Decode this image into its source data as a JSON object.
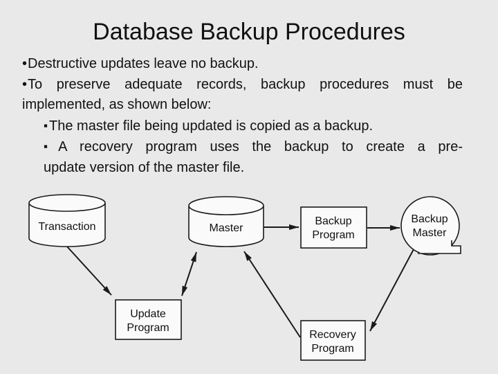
{
  "title": "Database Backup Procedures",
  "body": {
    "items": [
      {
        "bullet": "•",
        "level": 0,
        "lines": [
          "Destructive updates leave no backup."
        ]
      },
      {
        "bullet": "•",
        "level": 0,
        "lines": [
          "To preserve adequate records, backup procedures must be",
          "implemented, as shown below:"
        ]
      },
      {
        "bullet": "▪",
        "level": 1,
        "lines": [
          "The master file being updated is copied as a backup."
        ]
      },
      {
        "bullet": "▪",
        "level": 1,
        "lines": [
          "A recovery program uses the backup to create a pre-",
          "update version of the master file."
        ]
      }
    ]
  },
  "diagram": {
    "nodes": {
      "transaction": {
        "type": "disk-cylinder",
        "label": "Transaction"
      },
      "master": {
        "type": "disk-cylinder",
        "label": "Master"
      },
      "backup_program": {
        "type": "process-box",
        "lines": [
          "Backup",
          "Program"
        ]
      },
      "backup_master": {
        "type": "magnetic-tape",
        "lines": [
          "Backup",
          "Master"
        ]
      },
      "update_program": {
        "type": "process-box",
        "lines": [
          "Update",
          "Program"
        ]
      },
      "recovery_program": {
        "type": "process-box",
        "lines": [
          "Recovery",
          "Program"
        ]
      }
    },
    "edges": [
      {
        "from": "transaction",
        "to": "update_program",
        "direction": "one-way"
      },
      {
        "from": "update_program",
        "to": "master",
        "direction": "two-way"
      },
      {
        "from": "master",
        "to": "backup_program",
        "direction": "one-way"
      },
      {
        "from": "backup_program",
        "to": "backup_master",
        "direction": "one-way"
      },
      {
        "from": "backup_master",
        "to": "recovery_program",
        "direction": "one-way"
      },
      {
        "from": "recovery_program",
        "to": "master",
        "direction": "one-way"
      }
    ]
  },
  "colors": {
    "background": "#e9e9e9",
    "shape_fill": "#fafafa",
    "stroke": "#1a1a1a",
    "text": "#111111"
  }
}
